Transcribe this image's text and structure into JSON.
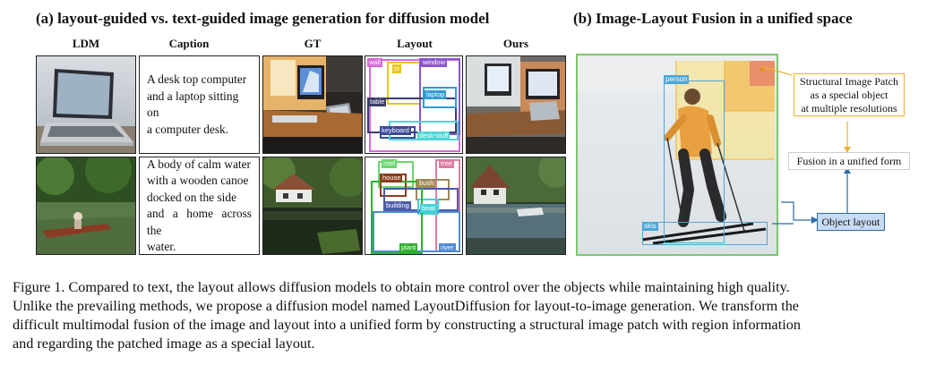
{
  "panel_a": {
    "title": "(a) layout-guided vs. text-guided image generation for diffusion model",
    "columns": [
      "LDM",
      "Caption",
      "GT",
      "Layout",
      "Ours"
    ],
    "captions": [
      [
        "A desk top computer",
        "and a laptop sitting on",
        "a computer desk."
      ],
      [
        "A body of calm water",
        "with a wooden canoe",
        "docked on the side",
        "and a home across the",
        "water."
      ]
    ],
    "layout_row1_labels": {
      "wall": "wall",
      "tv": "tv",
      "window": "window",
      "table": "table",
      "laptop": "laptop",
      "keyboard": "keyboard",
      "desk_stuff": "desk-stuff"
    },
    "layout_row2_labels": {
      "roof": "roof",
      "tree": "tree",
      "house": "house",
      "bush": "bush",
      "building": "building",
      "boat": "boat",
      "plant": "plant",
      "river": "river"
    }
  },
  "panel_b": {
    "title": "(b) Image-Layout Fusion in a unified space",
    "person_label": "person",
    "skis_label": "skis",
    "patch_label": [
      "Structural Image Patch",
      "as a special object",
      "at multiple resolutions"
    ],
    "fusion_label": "Fusion in a unified form",
    "object_layout_label": "Object layout"
  },
  "figure_caption": {
    "line1": "Figure 1.   Compared to text, the layout allows diffusion models to obtain more control over the objects while maintaining high quality.",
    "line2": "Unlike the prevailing methods, we propose a diffusion model named LayoutDiffusion for layout-to-image generation.  We transform the",
    "line3": "difficult multimodal fusion of the image and layout into a unified form by constructing a structural image patch with region information",
    "line4": "and regarding the patched image as a special layout."
  },
  "colors": {
    "wall": "#d66ad8",
    "tv": "#e6c61a",
    "window": "#8a55d0",
    "table": "#3d3d6b",
    "laptop": "#2c9cd6",
    "keyboard": "#3a4a9a",
    "desk_stuff": "#4fd6d6",
    "roof": "#6cd66c",
    "tree": "#e07aa0",
    "house": "#8b3c1c",
    "bush": "#a08a5a",
    "building": "#4c5aa8",
    "boat": "#48d0d8",
    "plant": "#2eb02e",
    "river": "#4f8ad6",
    "snow_frame": "#7ac86a",
    "patch": "#f0b030",
    "object_layout_bg": "#c7dbf4"
  }
}
